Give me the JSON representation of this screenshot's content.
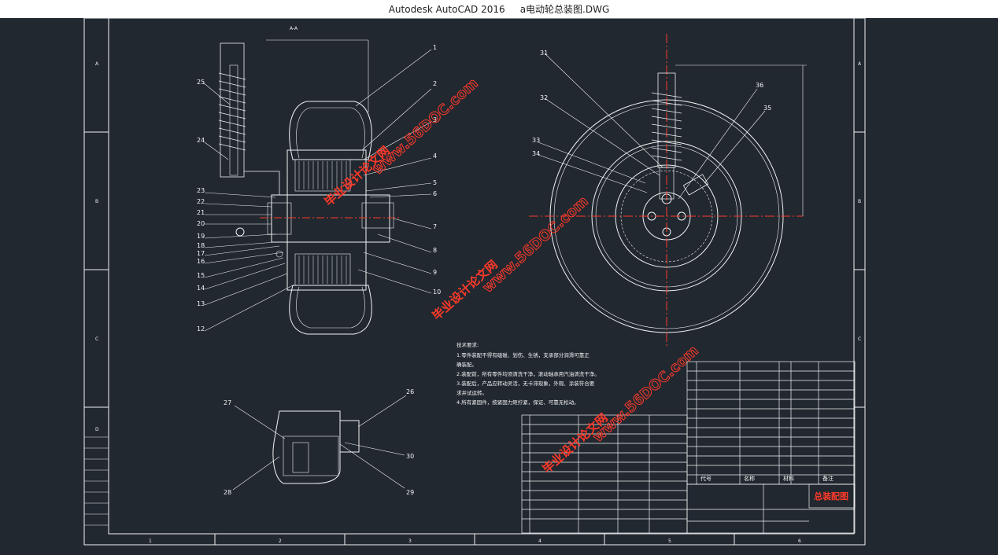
{
  "window": {
    "app_title": "Autodesk AutoCAD 2016",
    "file_title": "a电动轮总装图.DWG"
  },
  "frame": {
    "row_labels": [
      "A",
      "B",
      "C",
      "D"
    ],
    "col_labels": [
      "1",
      "2",
      "3",
      "4",
      "5",
      "6"
    ]
  },
  "left_view": {
    "section_label": "A-A",
    "callouts": [
      "1",
      "2",
      "3",
      "4",
      "5",
      "6",
      "7",
      "8",
      "9",
      "10",
      "12",
      "13",
      "14",
      "15",
      "16",
      "17",
      "18",
      "19",
      "20",
      "21",
      "22",
      "23",
      "24",
      "25"
    ]
  },
  "right_view": {
    "callouts": [
      "31",
      "32",
      "33",
      "34",
      "35",
      "36"
    ]
  },
  "detail_view": {
    "callouts": [
      "26",
      "27",
      "28",
      "29",
      "30"
    ]
  },
  "notes": {
    "title": "技术要求:",
    "lines": [
      "1.零件装配不得有磕碰、划伤、生锈，支承部分润滑可靠正",
      "  确装配。",
      "2.装配前，所有零件均须清洗干净，滚动轴承用汽油清洗干净。",
      "3.装配后，产品应转动灵活，无卡滞现象，外观、涂装符合要",
      "  求并试运转。",
      "4.所有紧固件，按紧固力矩拧紧，保证、可靠无松动。"
    ]
  },
  "title_block": {
    "drawing_title": "总装配图",
    "bom_headers": [
      "代号",
      "名称",
      "材料",
      "备注"
    ]
  },
  "watermark": {
    "site": "www.56DOC.com",
    "brand": "毕业设计论文网"
  }
}
